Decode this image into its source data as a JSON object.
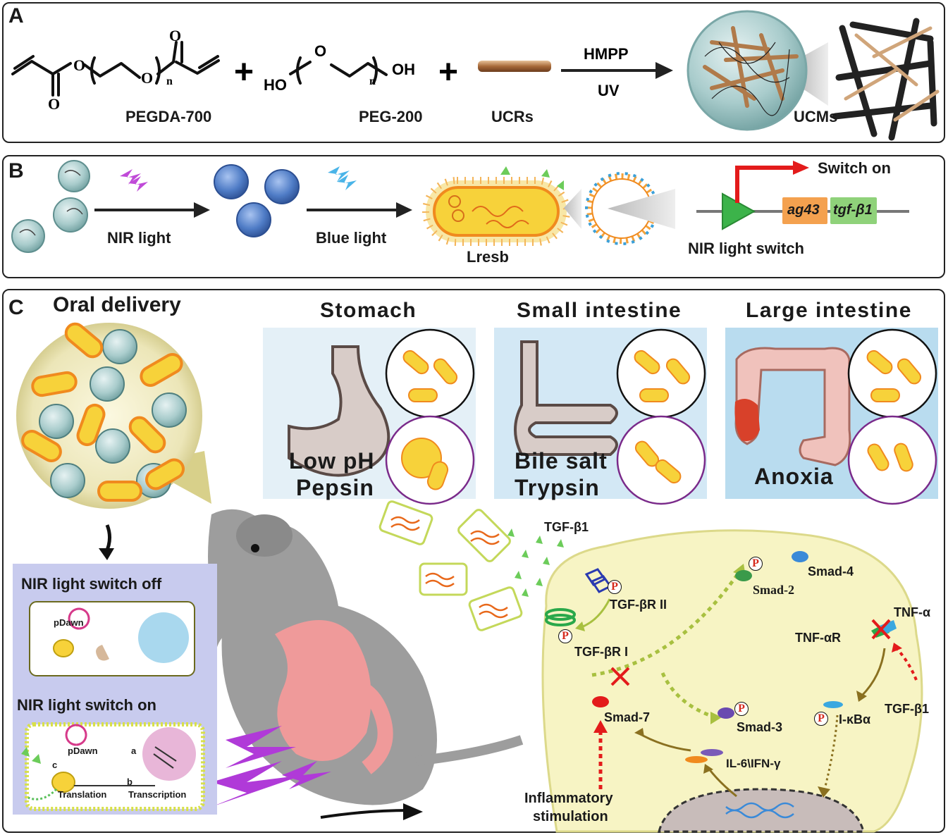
{
  "panel_a": {
    "letter": "A",
    "pegda_label": "PEGDA-700",
    "peg_label": "PEG-200",
    "ucr_label": "UCRs",
    "ucm_label": "UCMs",
    "arrow_top": "HMPP",
    "arrow_bottom": "UV",
    "plus": "+",
    "chem": {
      "o_upper": "O",
      "o_lower": "O",
      "o_ring1": "O",
      "o_ring2": "O",
      "n1": "n",
      "ho": "HO",
      "o_peg": "O",
      "n2": "n",
      "oh": "OH"
    }
  },
  "panel_b": {
    "letter": "B",
    "nir_light": "NIR light",
    "blue_light": "Blue light",
    "lresb": "Lresb",
    "switch_on": "Switch on",
    "gene1": "ag43",
    "gene2": "tgf-β1",
    "switch_label": "NIR light switch"
  },
  "panel_c": {
    "letter": "C",
    "oral_delivery": "Oral delivery",
    "stomach": {
      "title": "Stomach",
      "line1": "Low pH",
      "line2": "Pepsin"
    },
    "small": {
      "title": "Small intestine",
      "line1": "Bile salt",
      "line2": "Trypsin"
    },
    "large": {
      "title": "Large intestine",
      "line1": "Anoxia"
    },
    "switch_off": "NIR light switch off",
    "switch_on": "NIR light switch on",
    "pdawn1": "pDawn",
    "pdawn2": "pDawn",
    "step_a": "a",
    "step_b": "b",
    "step_c": "c",
    "translation": "Translation",
    "transcription": "Transcription",
    "tgfb1_top": "TGF-β1",
    "tgfbr2": "TGF-βR II",
    "tgfbr1": "TGF-βR I",
    "smad2": "Smad-2",
    "smad3": "Smad-3",
    "smad4": "Smad-4",
    "smad7": "Smad-7",
    "tnfa": "TNF-α",
    "tnfar": "TNF-αR",
    "ikba": "I-κBα",
    "il6": "IL-6\\IFN-γ",
    "tgfb1_side": "TGF-β1",
    "inflammatory_1": "Inflammatory",
    "inflammatory_2": "stimulation",
    "p": "P"
  },
  "colors": {
    "teal_sphere": "#8fb8b8",
    "blue_sphere": "#4a78c0",
    "bacteria_fill": "#f6d23a",
    "bacteria_border": "#f08a1e",
    "green": "#3cb34a",
    "red": "#d62b1e",
    "purple": "#b03ad8",
    "mouse_gray": "#9d9d9d",
    "gut_pink": "#ef9a9a",
    "cell_fill": "#f7f4c4",
    "stomach_bg": "#e4f0f7",
    "small_bg": "#d3e8f5",
    "large_bg": "#b9dcef",
    "switch_bg": "#c8cbee"
  }
}
